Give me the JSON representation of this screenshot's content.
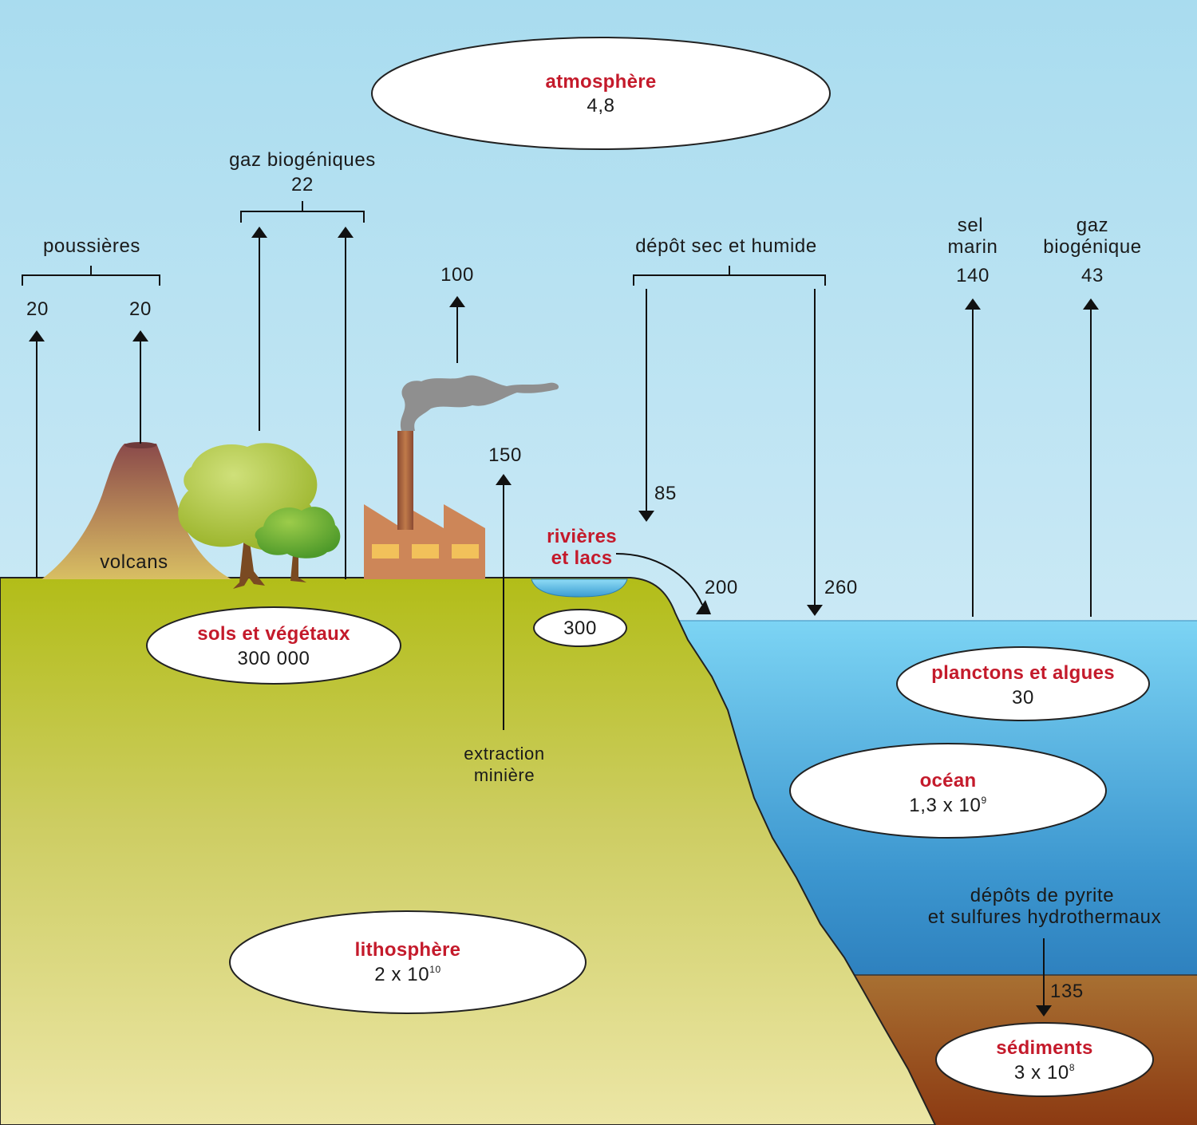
{
  "reservoirs": {
    "atmosphere": {
      "name": "atmosphère",
      "value": "4,8"
    },
    "soils": {
      "name": "sols et végétaux",
      "value": "300 000"
    },
    "rivers": {
      "name": "rivières et lacs",
      "name_line1": "rivières",
      "name_line2": "et lacs",
      "value": "300"
    },
    "plankton": {
      "name": "planctons et algues",
      "value": "30"
    },
    "ocean": {
      "name": "océan",
      "value_base": "1,3 x 10",
      "value_exp": "9"
    },
    "lithosphere": {
      "name": "lithosphère",
      "value_base": "2 x 10",
      "value_exp": "10"
    },
    "sediments": {
      "name": "sédiments",
      "value_base": "3 x 10",
      "value_exp": "8"
    }
  },
  "fluxes": {
    "dust": {
      "label": "poussières",
      "values": [
        "20",
        "20"
      ]
    },
    "biogenic_land": {
      "label_line1": "gaz biogéniques",
      "value": "22"
    },
    "industry": {
      "value": "100"
    },
    "dry_wet_deposition": {
      "label": "dépôt sec et humide",
      "values": [
        "85",
        "260"
      ]
    },
    "sea_salt": {
      "label_line1": "sel",
      "label_line2": "marin",
      "value": "140"
    },
    "biogenic_marine": {
      "label_line1": "gaz",
      "label_line2": "biogénique",
      "value": "43"
    },
    "mining": {
      "label_line1": "extraction",
      "label_line2": "minière",
      "value": "150"
    },
    "river_runoff": {
      "value": "200"
    },
    "pyrite": {
      "label_line1": "dépôts de pyrite",
      "label_line2": "et sulfures hydrothermaux",
      "value": "135"
    }
  },
  "scene": {
    "volcano_label": "volcans"
  },
  "colors": {
    "sky_top": "#a9dcef",
    "sky_bottom": "#e4f3fa",
    "land_top": "#b2bd18",
    "land_bottom": "#ece6a6",
    "sea_top": "#7cd4f4",
    "sea_bottom": "#1a62a6",
    "sediment_top": "#a87032",
    "sediment_bottom": "#8c3a12",
    "reservoir_text": "#c41a2b",
    "factory": "#cd8658",
    "factory_windows": "#f2c15a"
  }
}
